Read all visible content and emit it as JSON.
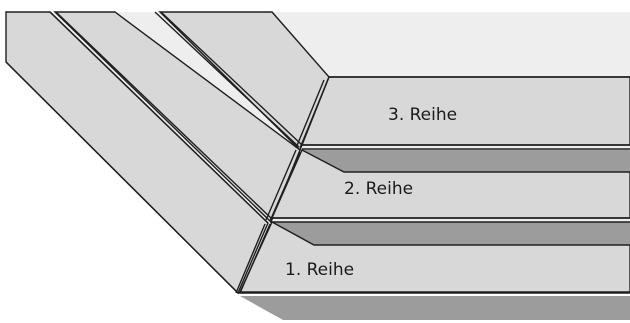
{
  "diagram": {
    "rows": [
      {
        "label": "1. Reihe"
      },
      {
        "label": "2. Reihe"
      },
      {
        "label": "3. Reihe"
      }
    ]
  }
}
